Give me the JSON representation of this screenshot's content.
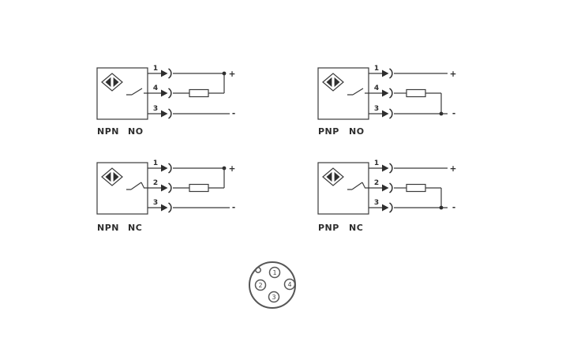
{
  "figure": {
    "background": "#ffffff",
    "line_color": "#3b3b3b",
    "text_color": "#2d2d2d"
  },
  "diagrams": [
    {
      "type": "NPN",
      "contact": "NO",
      "pin_top": "1",
      "pin_mid": "4",
      "pin_bottom": "3",
      "positive": "+",
      "negative": "-"
    },
    {
      "type": "PNP",
      "contact": "NO",
      "pin_top": "1",
      "pin_mid": "4",
      "pin_bottom": "3",
      "positive": "+",
      "negative": "-"
    },
    {
      "type": "NPN",
      "contact": "NC",
      "pin_top": "1",
      "pin_mid": "2",
      "pin_bottom": "3",
      "positive": "+",
      "negative": "-"
    },
    {
      "type": "PNP",
      "contact": "NC",
      "pin_top": "1",
      "pin_mid": "2",
      "pin_bottom": "3",
      "positive": "+",
      "negative": "-"
    }
  ],
  "connector": {
    "pin_top": "1",
    "pin_right": "4",
    "pin_bottom": "3",
    "pin_left": "2"
  }
}
